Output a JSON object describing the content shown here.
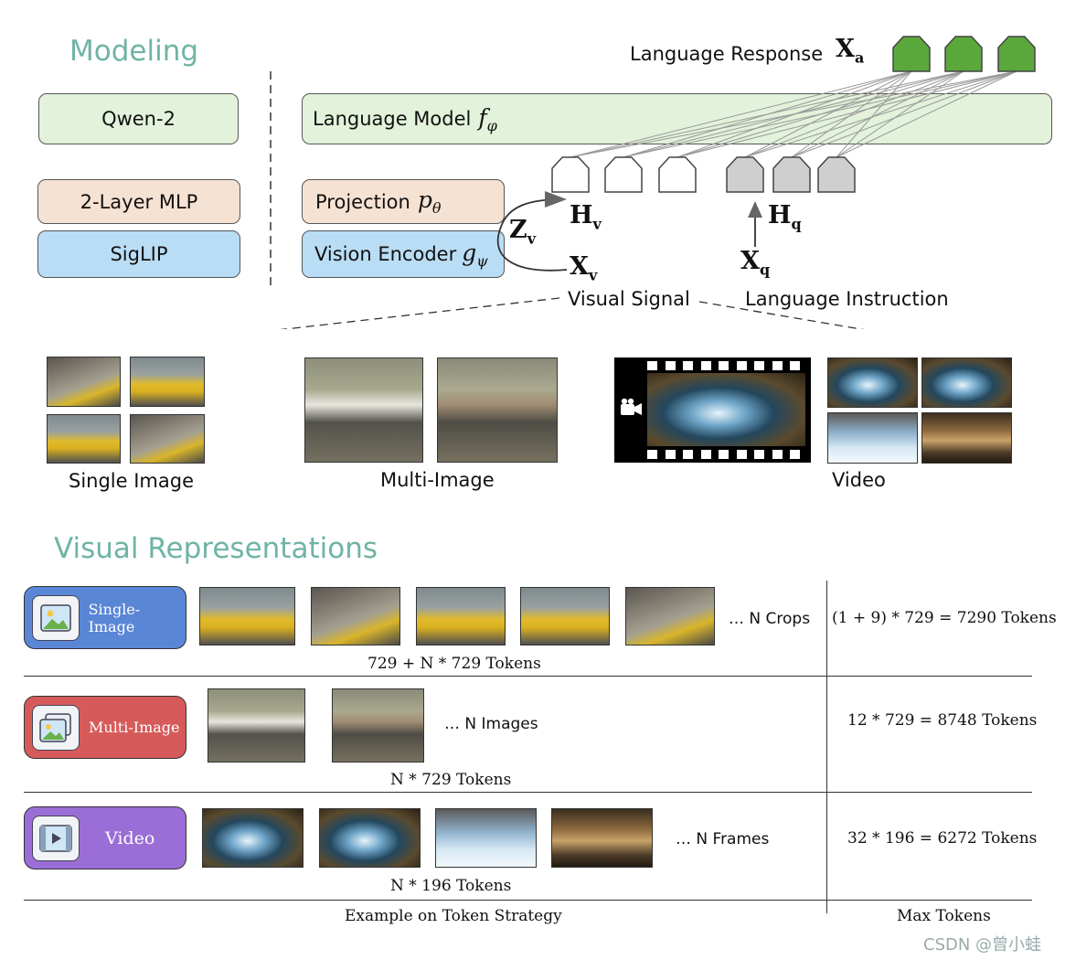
{
  "modeling": {
    "title": "Modeling",
    "left": {
      "llm": "Qwen-2",
      "mlp": "2-Layer MLP",
      "encoder": "SigLIP"
    },
    "language_response": "Language Response",
    "xa_main": "X",
    "xa_sub": "a",
    "language_model": "Language Model",
    "language_model_fn": "f",
    "language_model_sub": "φ",
    "projection": "Projection",
    "projection_fn": "p",
    "projection_sub": "θ",
    "vision_encoder": "Vision Encoder",
    "vision_encoder_fn": "g",
    "vision_encoder_sub": "ψ",
    "zv_main": "Z",
    "zv_sub": "v",
    "hv_main": "H",
    "hv_sub": "v",
    "xv_main": "X",
    "xv_sub": "v",
    "hq_main": "H",
    "hq_sub": "q",
    "xq_main": "X",
    "xq_sub": "q",
    "visual_signal": "Visual Signal",
    "language_instruction": "Language Instruction",
    "colors": {
      "output_token": "#5aa83c",
      "visual_token": "#ffffff",
      "query_token": "#cfcfcf"
    }
  },
  "examples": {
    "single": "Single Image",
    "multi": "Multi-Image",
    "video": "Video"
  },
  "visual_rep": {
    "title": "Visual Representations",
    "rows": [
      {
        "label": "Single-Image",
        "color": "#5a86d6",
        "icon": "image-icon",
        "dots": "… N Crops",
        "tokens": "729 + N * 729 Tokens",
        "max": "(1 + 9) * 729 = 7290 Tokens"
      },
      {
        "label": "Multi-Image",
        "color": "#d75a5a",
        "icon": "images-icon",
        "dots": "… N Images",
        "tokens": "N * 729 Tokens",
        "max": "12 * 729 = 8748 Tokens"
      },
      {
        "label": "Video",
        "color": "#9a6ed6",
        "icon": "video-icon",
        "dots": "… N Frames",
        "tokens": "N * 196 Tokens",
        "max": "32 * 196 = 6272 Tokens"
      }
    ],
    "footer_left": "Example on Token Strategy",
    "footer_right": "Max Tokens"
  },
  "watermark": "CSDN @曾小蛙"
}
